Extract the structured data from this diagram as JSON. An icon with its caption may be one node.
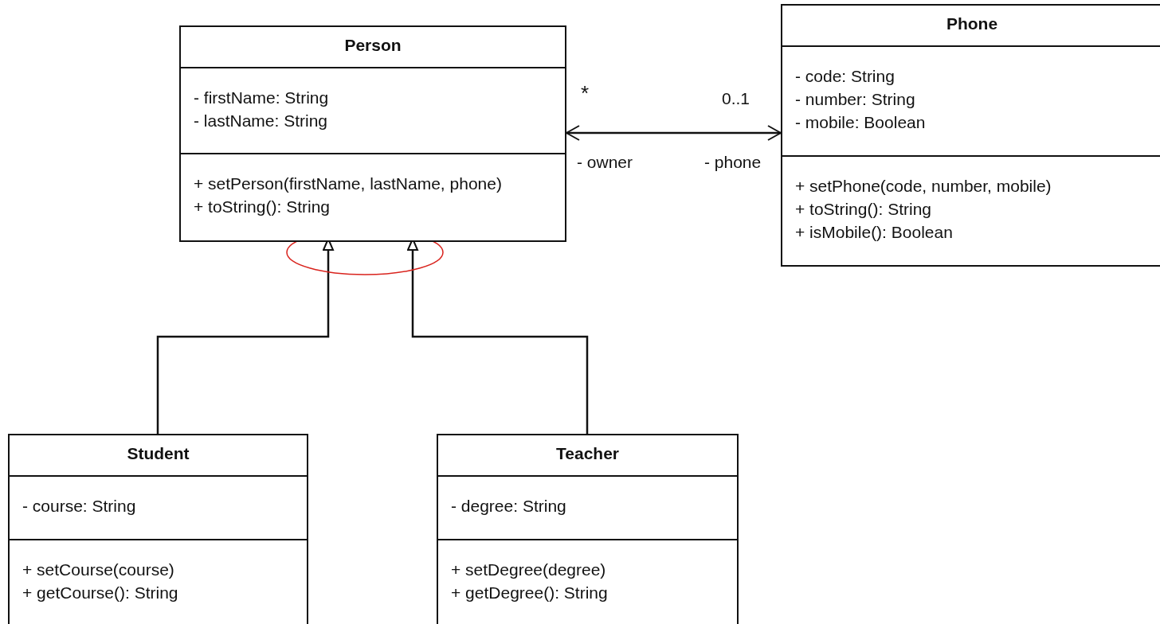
{
  "diagram": {
    "nodes": [
      {
        "text": [
          "Person"
        ]
      },
      {
        "text": [
          "- firstName: String",
          "- lastName: String"
        ],
        "in": 0
      },
      {
        "text": [
          "+ setPerson(firstName, lastName, phone)",
          "+ toString(): String"
        ],
        "in": 0
      },
      {
        "text": [
          "Phone"
        ]
      },
      {
        "text": [
          "- code: String",
          "- number: String",
          "- mobile: Boolean"
        ],
        "in": 3
      },
      {
        "text": [
          "+ setPhone(code, number, mobile)",
          "+ toString(): String",
          "+ isMobile(): Boolean"
        ],
        "in": 3
      },
      {
        "text": [
          "Student"
        ]
      },
      {
        "text": [
          "- course: String"
        ],
        "in": 6
      },
      {
        "text": [
          "+ setCourse(course)",
          "+ getCourse(): String"
        ],
        "in": 6
      },
      {
        "text": [
          "Teacher"
        ]
      },
      {
        "text": [
          "- degree: String"
        ],
        "in": 9
      },
      {
        "text": [
          "+ setDegree(degree)",
          "+ getDegree(): String"
        ],
        "in": 9
      }
    ],
    "edges": [
      {
        "from": 0,
        "to": 3,
        "arrow": "both"
      },
      {
        "from": 6,
        "to": 0,
        "arrow": "to"
      },
      {
        "from": 9,
        "to": 0,
        "arrow": "to"
      }
    ],
    "labels": [
      "*",
      "0..1",
      "- owner",
      "- phone"
    ]
  }
}
